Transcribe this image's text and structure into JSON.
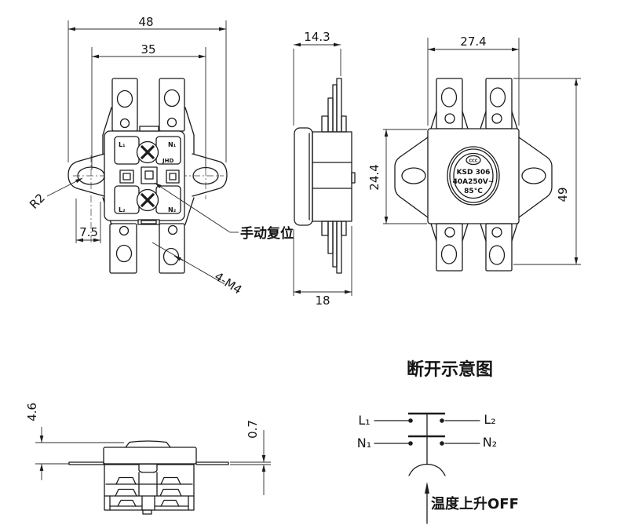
{
  "drawing": {
    "front_view": {
      "dim_48": "48",
      "dim_35": "35",
      "dim_7_5": "7.5",
      "radius_label": "R2",
      "thread_label": "4-M4",
      "manual_reset_label": "手动复位",
      "terminal_l1": "L₁",
      "terminal_n1": "N₁",
      "terminal_l2": "L₂",
      "terminal_n2": "N₂",
      "brand": "JHD"
    },
    "side_view": {
      "dim_width": "14.3",
      "dim_depth": "18"
    },
    "rear_view": {
      "dim_span": "27.4",
      "dim_body": "24.4",
      "dim_overall": "49",
      "cert": "CCC",
      "model": "KSD 306",
      "rating": "40A250V~",
      "temp": "85°C"
    },
    "bottom_view": {
      "dim_cap": "4.6",
      "dim_flange": "0.7"
    },
    "circuit": {
      "title": "断开示意图",
      "l1": "L₁",
      "l2": "L₂",
      "n1": "N₁",
      "n2": "N₂",
      "note": "温度上升OFF"
    },
    "colors": {
      "line": "#1c1c1c",
      "background": "#ffffff"
    }
  }
}
